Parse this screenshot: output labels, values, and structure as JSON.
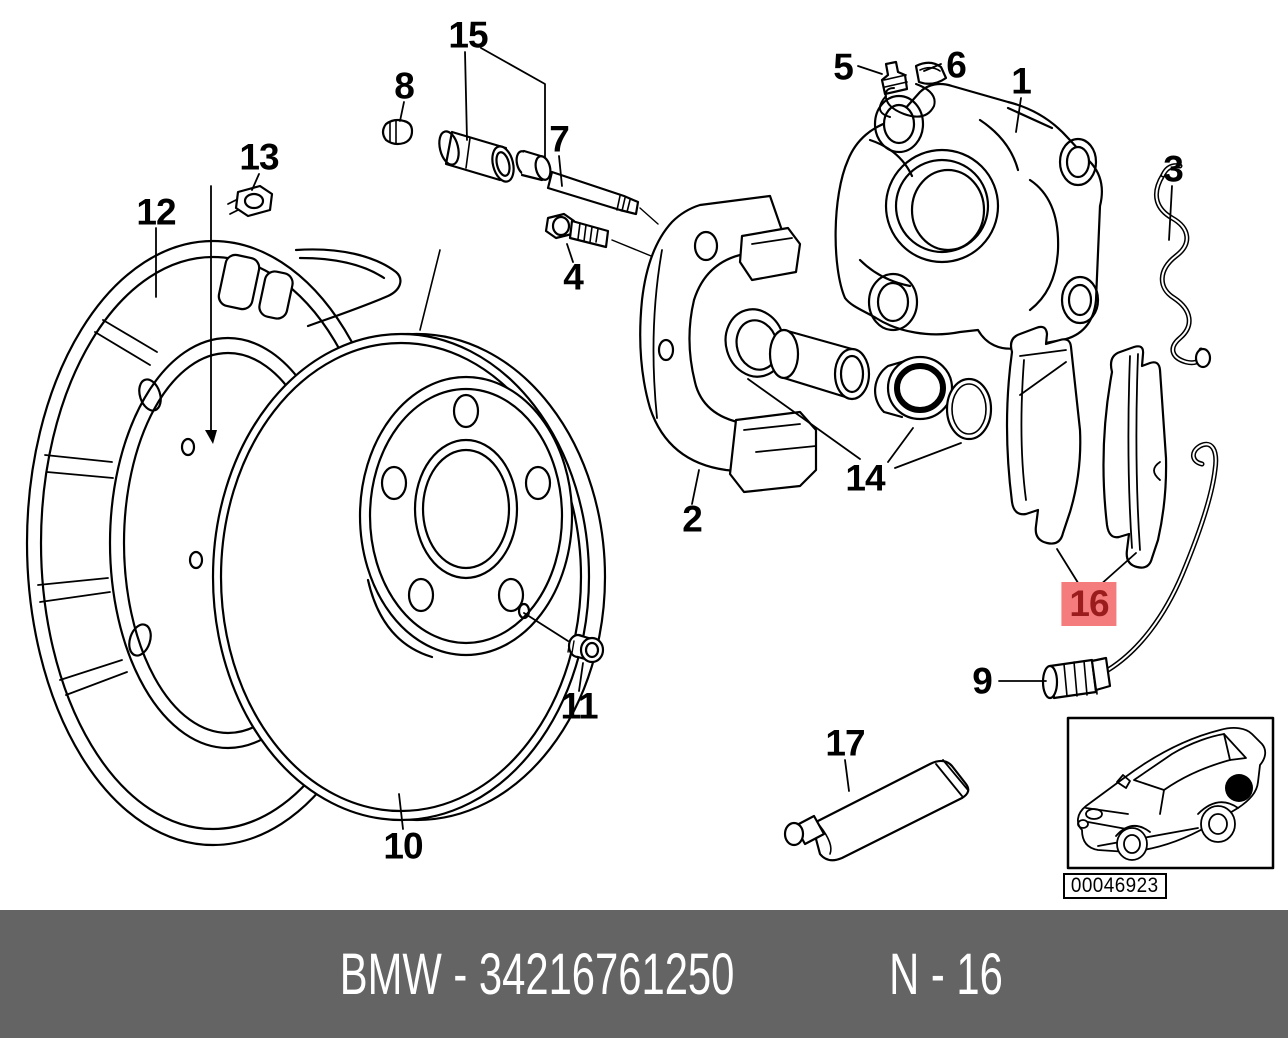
{
  "diagram": {
    "title_icon": "exploded-parts-diagram",
    "parts": [
      {
        "label": "1"
      },
      {
        "label": "2"
      },
      {
        "label": "3"
      },
      {
        "label": "4"
      },
      {
        "label": "5"
      },
      {
        "label": "6"
      },
      {
        "label": "7"
      },
      {
        "label": "8"
      },
      {
        "label": "9"
      },
      {
        "label": "10"
      },
      {
        "label": "11"
      },
      {
        "label": "12"
      },
      {
        "label": "13"
      },
      {
        "label": "14"
      },
      {
        "label": "15"
      },
      {
        "label": "16"
      },
      {
        "label": "17"
      }
    ],
    "highlighted_part": "16",
    "inset": {
      "image_code": "00046923",
      "car_icon": "car-rear-brake-location-icon"
    }
  },
  "footer": {
    "part_number_text": "BMW - 34216761250",
    "section_text": "N - 16"
  },
  "colors": {
    "highlight_bg": "#f47c7c",
    "highlight_text": "#9b1c1c",
    "footer_bg": "#646464",
    "footer_text": "#ffffff",
    "line": "#000000"
  }
}
